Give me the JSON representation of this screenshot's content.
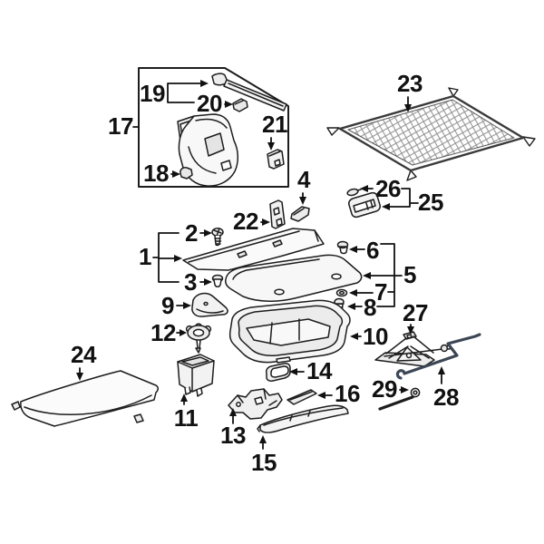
{
  "diagram": {
    "kind": "exploded-parts-diagram",
    "background_color": "#ffffff",
    "line_color": "#1d1d1d",
    "jack_handle_color": "#3c4655",
    "net_mesh_color": "#909090",
    "callouts": [
      {
        "label": "1"
      },
      {
        "label": "2"
      },
      {
        "label": "3"
      },
      {
        "label": "4"
      },
      {
        "label": "5"
      },
      {
        "label": "6"
      },
      {
        "label": "7"
      },
      {
        "label": "8"
      },
      {
        "label": "9"
      },
      {
        "label": "10"
      },
      {
        "label": "11"
      },
      {
        "label": "12"
      },
      {
        "label": "13"
      },
      {
        "label": "14"
      },
      {
        "label": "15"
      },
      {
        "label": "16"
      },
      {
        "label": "17"
      },
      {
        "label": "18"
      },
      {
        "label": "19"
      },
      {
        "label": "20"
      },
      {
        "label": "21"
      },
      {
        "label": "22"
      },
      {
        "label": "23"
      },
      {
        "label": "24"
      },
      {
        "label": "25"
      },
      {
        "label": "26"
      },
      {
        "label": "27"
      },
      {
        "label": "28"
      },
      {
        "label": "29"
      }
    ]
  }
}
